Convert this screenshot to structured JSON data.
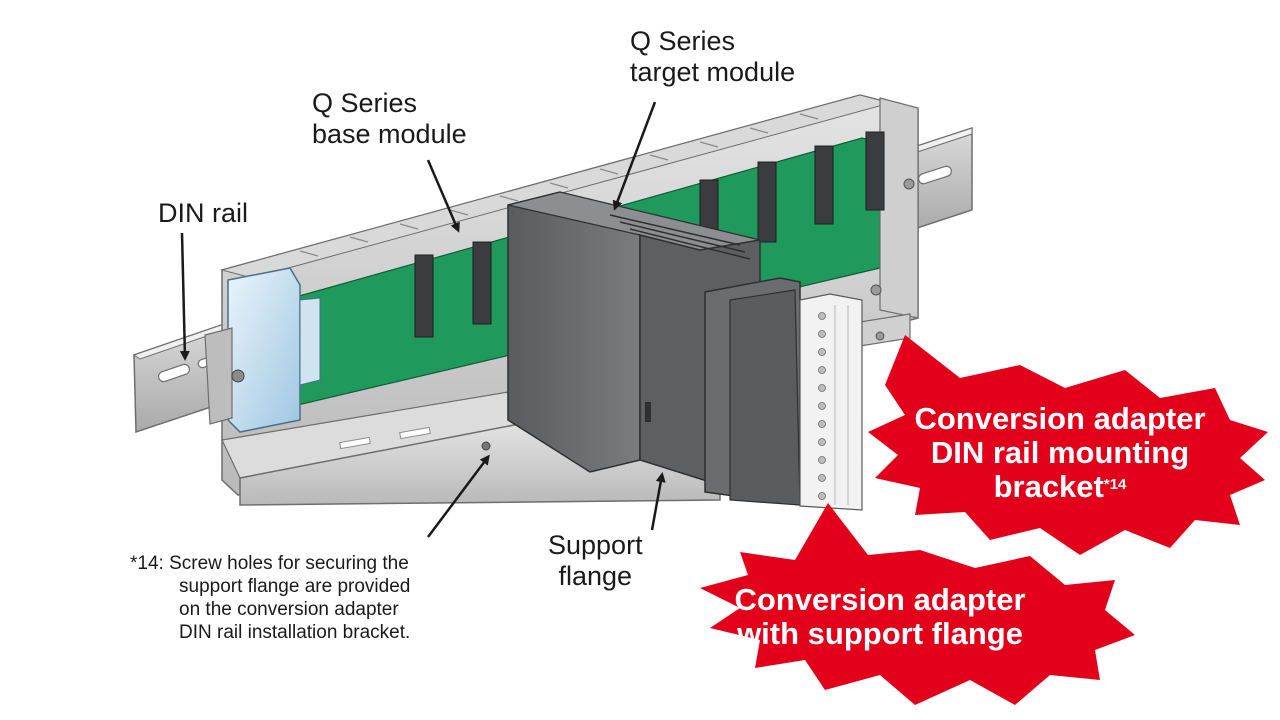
{
  "labels": {
    "q_series_target": [
      "Q Series",
      "target module"
    ],
    "q_series_base": [
      "Q Series",
      "base module"
    ],
    "din_rail": "DIN rail",
    "support_flange": [
      "Support",
      "flange"
    ]
  },
  "callouts": {
    "din_bracket": {
      "lines": [
        "Conversion adapter",
        "DIN rail mounting",
        "bracket"
      ],
      "footnote_mark": "*14"
    },
    "support_flange_adapter": {
      "lines": [
        "Conversion adapter",
        "with support flange"
      ]
    }
  },
  "footnote": {
    "mark": "*14:",
    "lines": [
      "Screw holes for securing the",
      "support flange are provided",
      "on the conversion adapter",
      "DIN rail installation bracket."
    ]
  },
  "colors": {
    "callout_red": "#e2001a",
    "pcb_green": "#1f9a5c",
    "metal_gray": "#c9c9c9",
    "module_gray": "#6b6d70",
    "text": "#1a1a1a"
  }
}
